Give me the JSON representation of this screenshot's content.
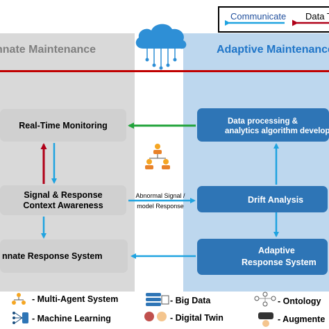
{
  "legend": {
    "communicate_label": "Communicate",
    "data_label": "Data T"
  },
  "left_panel": {
    "title": "nnate Maintenance",
    "boxes": {
      "monitoring": "Real-Time Monitoring",
      "context_line1": "Signal & Response",
      "context_line2": "Context Awareness",
      "response": "nnate Response System"
    }
  },
  "right_panel": {
    "title": "Adaptive Maintenance",
    "boxes": {
      "processing_line1": "Data processing &",
      "processing_line2": "analytics  algorithm develop",
      "drift": "Drift Analysis",
      "adaptive_line1": "Adaptive",
      "adaptive_line2": "Response System"
    }
  },
  "center": {
    "signal_label_line1": "Abnormal Signal /",
    "signal_label_line2": "model Response"
  },
  "bottom_legend": [
    {
      "icon": "multi-agent-icon",
      "label": "- Multi-Agent System"
    },
    {
      "icon": "big-data-icon",
      "label": "- Big Data"
    },
    {
      "icon": "ontology-icon",
      "label": "- Ontology"
    },
    {
      "icon": "machine-learning-icon",
      "label": "- Machine Learning"
    },
    {
      "icon": "digital-twin-icon",
      "label": "- Digital Twin"
    },
    {
      "icon": "augmented-reality-icon",
      "label": "- Augmente"
    }
  ],
  "colors": {
    "left_panel": "#d9d9d9",
    "right_panel": "#bdd7ee",
    "blue_box": "#2e75b6",
    "red_line": "#c00000",
    "cyan_arrow": "#1fa3e0",
    "green_arrow": "#21a33a",
    "dark_red_arrow": "#b00018"
  }
}
